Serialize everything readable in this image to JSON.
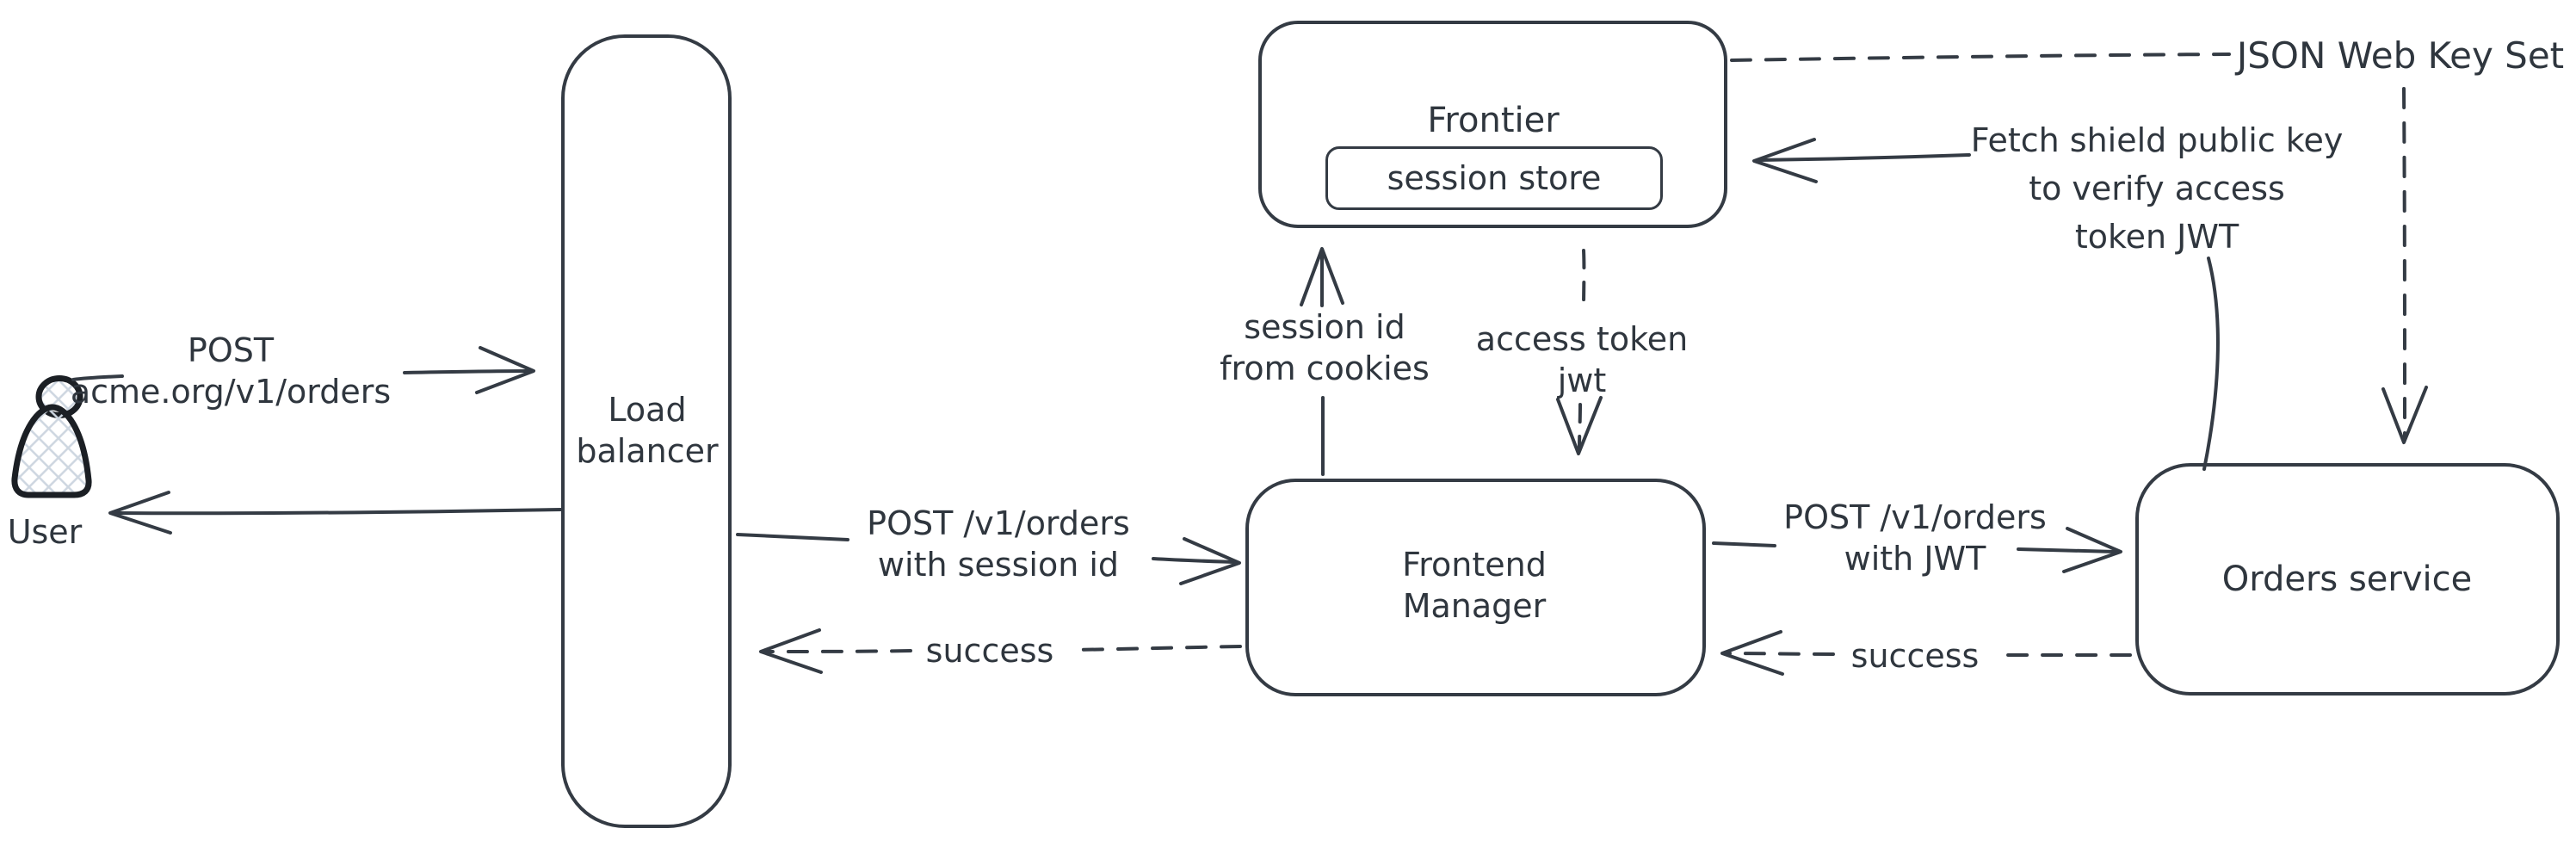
{
  "colors": {
    "background": "#ffffff",
    "stroke": "#343b44",
    "text": "#2f363e",
    "user_icon_stroke": "#1b1f24",
    "user_icon_crosshatch": "#cdd6e0"
  },
  "icons": {
    "user_figure": "person-crosshatch"
  },
  "nodes": {
    "user": {
      "label": "User"
    },
    "load_balancer": {
      "lines": [
        "Load",
        "balancer"
      ]
    },
    "frontier": {
      "title": "Frontier"
    },
    "session_store": {
      "label": "session store"
    },
    "frontend_manager": {
      "lines": [
        "Frontend",
        "Manager"
      ]
    },
    "orders_service": {
      "label": "Orders service"
    }
  },
  "edges": {
    "user_to_lb": {
      "lines": [
        "POST",
        "acme.org/v1/orders"
      ]
    },
    "lb_to_user": {
      "label": ""
    },
    "lb_to_fm": {
      "lines": [
        "POST /v1/orders",
        "with session id"
      ]
    },
    "fm_to_lb": {
      "label": "success"
    },
    "fm_to_frontier": {
      "lines": [
        "session id",
        "from cookies"
      ]
    },
    "frontier_to_fm": {
      "lines": [
        "access token",
        "jwt"
      ]
    },
    "fm_to_orders": {
      "lines": [
        "POST /v1/orders",
        "with JWT"
      ]
    },
    "orders_to_fm": {
      "label": "success"
    },
    "orders_to_frontier": {
      "lines": [
        "Fetch shield public key",
        "to verify access",
        "token JWT"
      ]
    },
    "jwks": {
      "label": "JSON Web Key Set"
    }
  }
}
